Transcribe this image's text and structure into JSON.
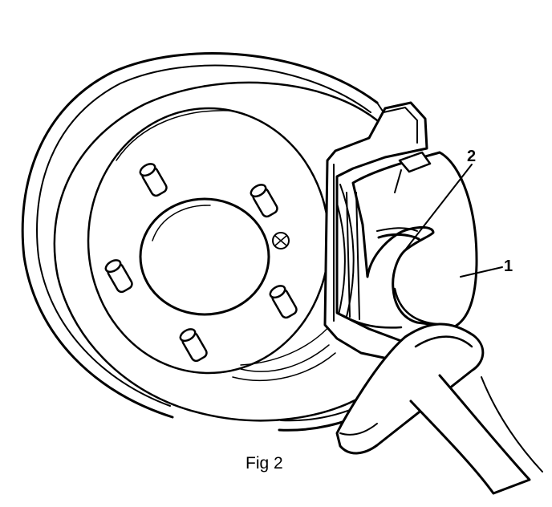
{
  "figure": {
    "caption": "Fig 2",
    "callouts": [
      {
        "id": "1",
        "label": "1"
      },
      {
        "id": "2",
        "label": "2"
      }
    ]
  },
  "colors": {
    "ink": "#000000",
    "paper": "#ffffff"
  }
}
